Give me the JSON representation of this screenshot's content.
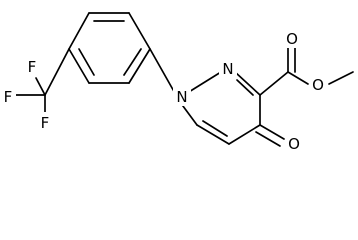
{
  "atoms": {
    "f_top": "F",
    "f_left": "F",
    "f_bottom": "F",
    "n1": "N",
    "n2": "N",
    "o_carbonyl_ester": "O",
    "o_ester": "O",
    "o_ketone": "O"
  }
}
